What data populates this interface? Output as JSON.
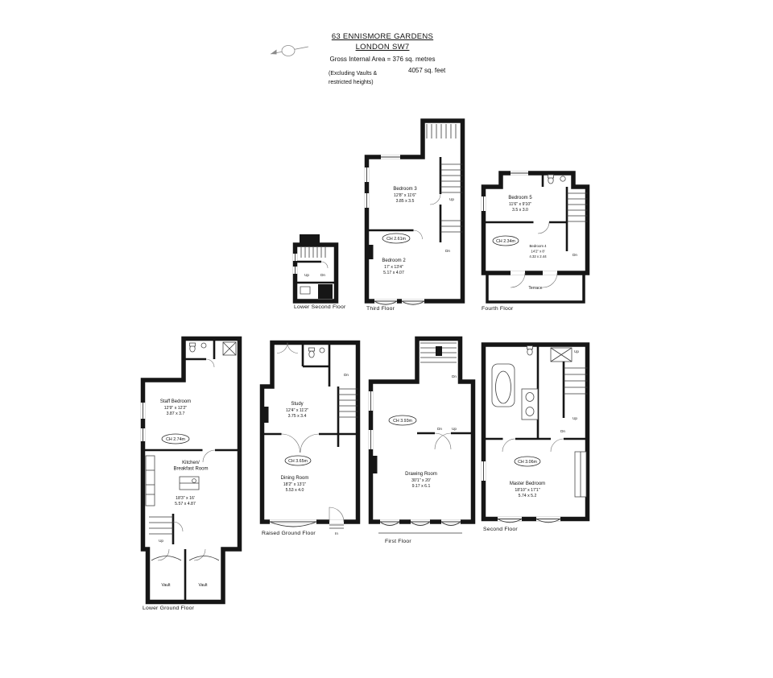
{
  "header": {
    "title_line1": "63 ENNISMORE GARDENS",
    "title_line2": "LONDON SW7",
    "area_metric": "Gross Internal Area = 376 sq. metres",
    "area_imperial": "4057 sq. feet",
    "excluding_line1": "(Excluding Vaults &",
    "excluding_line2": "restricted heights)"
  },
  "labels": {
    "up": "Up",
    "dn": "Dn",
    "in": "In",
    "vault": "Vault",
    "terrace": "Terrace"
  },
  "floors": {
    "lower_second": {
      "name": "Lower Second Floor"
    },
    "third": {
      "name": "Third Floor",
      "ch": "CH 2.61m",
      "rooms": {
        "bedroom3": {
          "name": "Bedroom 3",
          "imperial": "12'8\" x 11'6\"",
          "metric": "3.85 x 3.5"
        },
        "bedroom2": {
          "name": "Bedroom 2",
          "imperial": "17' x 13'4\"",
          "metric": "5.17 x 4.07"
        }
      }
    },
    "fourth": {
      "name": "Fourth Floor",
      "ch": "CH 2.34m",
      "rooms": {
        "bedroom5": {
          "name": "Bedroom 5",
          "imperial": "11'6\" x 9'10\"",
          "metric": "3.5 x 3.0"
        },
        "bedroom4": {
          "name": "Bedroom 4",
          "imperial": "14'2\" x 8'",
          "metric": "4.32 x 2.44"
        }
      }
    },
    "lower_ground": {
      "name": "Lower Ground Floor",
      "ch": "CH 2.74m",
      "rooms": {
        "staff_bedroom": {
          "name": "Staff Bedroom",
          "imperial": "12'9\" x 12'2\"",
          "metric": "3.87 x 3.7"
        },
        "kitchen": {
          "name_line1": "Kitchen/",
          "name_line2": "Breakfast Room",
          "imperial": "18'3\" x 16'",
          "metric": "5.57 x 4.87"
        }
      }
    },
    "raised_ground": {
      "name": "Raised Ground Floor",
      "ch": "CH 3.65m",
      "rooms": {
        "study": {
          "name": "Study",
          "imperial": "12'4\" x 11'2\"",
          "metric": "3.75 x 3.4"
        },
        "dining": {
          "name": "Dining Room",
          "imperial": "18'2\" x 13'1\"",
          "metric": "5.53 x 4.0"
        }
      }
    },
    "first": {
      "name": "First Floor",
      "ch": "CH 3.93m",
      "rooms": {
        "drawing": {
          "name": "Drawing Room",
          "imperial": "30'1\" x 20'",
          "metric": "9.17 x 6.1"
        }
      }
    },
    "second": {
      "name": "Second Floor",
      "ch": "CH 3.06m",
      "rooms": {
        "master": {
          "name": "Master Bedroom",
          "imperial": "18'10\" x 17'1\"",
          "metric": "5.74 x 5.2"
        }
      }
    }
  },
  "colors": {
    "wall": "#161616",
    "background": "#ffffff"
  }
}
